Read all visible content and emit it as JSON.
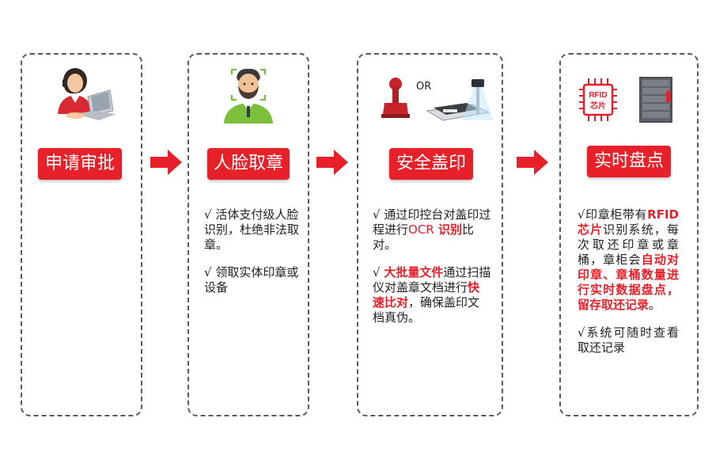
{
  "steps": [
    {
      "label": "申请审批",
      "icon": "customer-service-agent-icon"
    },
    {
      "label": "人脸取章",
      "icon": "face-recognition-person-icon",
      "points": [
        {
          "prefix": "√ ",
          "text": "活体支付级人脸识别，杜绝非法取章。"
        },
        {
          "prefix": "√ ",
          "text": "领取实体印章或设备"
        }
      ]
    },
    {
      "label": "安全盖印",
      "icon": "stamp-and-scanner-icon",
      "or_text": "OR",
      "points": [
        {
          "prefix": "√ ",
          "a": "通过印控台对盖印过程进行",
          "b": "OCR",
          "c": " 识别",
          "d": "比对。"
        },
        {
          "prefix": "√ ",
          "a": "大批量文件",
          "b": "通过扫描仪对盖章文档进行",
          "c": "快速比对",
          "d": "，确保盖印文档真伪。"
        }
      ]
    },
    {
      "label": "实时盘点",
      "icon": "rfid-chip-cabinet-icon",
      "chip_label_1": "RFID",
      "chip_label_2": "芯片",
      "points": [
        {
          "prefix": "√",
          "a": "印章柜带有",
          "b": "RFID 芯片",
          "c": "识别系统，每次取还印章或章桶，章柜会",
          "d": "自动对印章、章桶数量进行实时数据盘点，留存取还记录",
          "e": "。"
        },
        {
          "prefix": "√",
          "text": "系统可随时查看取还记录"
        }
      ]
    }
  ],
  "colors": {
    "accent": "#e8202a",
    "border": "#555a66"
  }
}
